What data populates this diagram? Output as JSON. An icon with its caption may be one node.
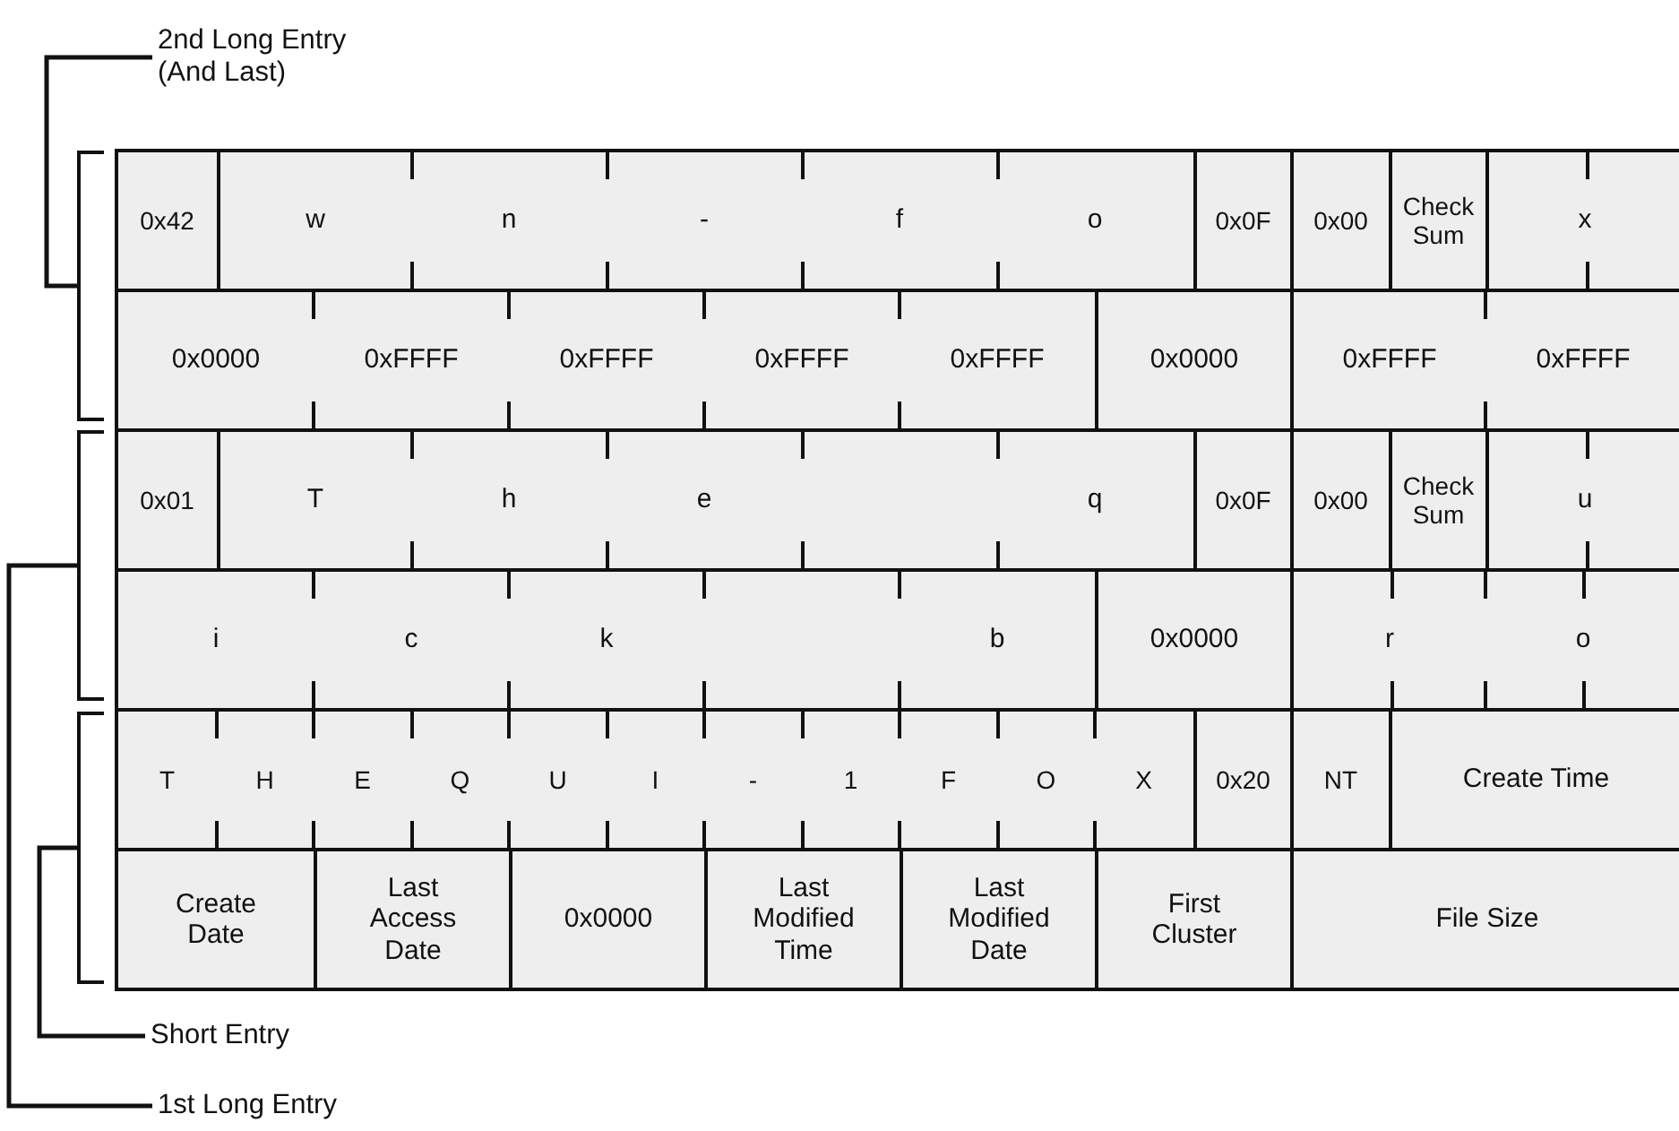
{
  "diagram": {
    "nodes": [
      {
        "text": [
          "2nd Long Entry (And Last)"
        ]
      },
      {
        "text": [],
        "shape": "bracket"
      },
      {
        "text": [],
        "shape": "bracket"
      },
      {
        "text": [],
        "shape": "bracket"
      },
      {
        "text": [
          "Short Entry"
        ]
      },
      {
        "text": [
          "1st Long Entry"
        ]
      }
    ],
    "edges": [
      {
        "from": 0,
        "to": 1,
        "arrow": "none"
      },
      {
        "from": 4,
        "to": 3,
        "arrow": "none"
      },
      {
        "from": 5,
        "to": 2,
        "arrow": "none"
      }
    ],
    "labels": [
      "0x42",
      "w",
      "n",
      "-",
      "f",
      "o",
      "0x0F",
      "0x00",
      "Check Sum",
      "x",
      "0x0000",
      "0xFFFF",
      "0xFFFF",
      "0xFFFF",
      "0xFFFF",
      "0x0000",
      "0xFFFF",
      "0xFFFF",
      "0x01",
      "T",
      "h",
      "e",
      "q",
      "0x0F",
      "0x00",
      "Check Sum",
      "u",
      "i",
      "c",
      "k",
      "b",
      "0x0000",
      "r",
      "o",
      "T",
      "H",
      "E",
      "Q",
      "U",
      "I",
      "-",
      "1",
      "F",
      "O",
      "X",
      "0x20",
      "NT",
      "Create Time",
      "Create Date",
      "Last Access Date",
      "0x0000",
      "Last Modified Time",
      "Last Modified Date",
      "First Cluster",
      "File Size"
    ]
  }
}
